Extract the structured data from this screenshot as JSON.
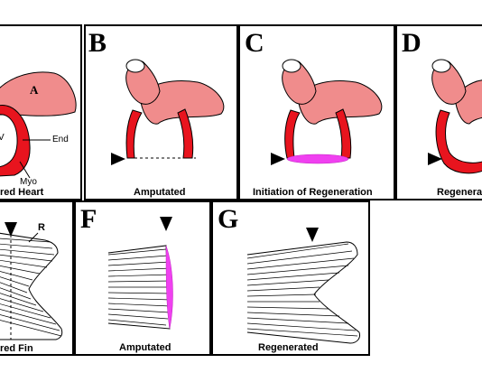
{
  "panels": {
    "a": {
      "caption": "red Heart",
      "label_atrium": "A",
      "label_v": "V",
      "label_end": "End",
      "label_myo": "Myo"
    },
    "b": {
      "letter": "B",
      "caption": "Amputated"
    },
    "c": {
      "letter": "C",
      "caption": "Initiation of Regeneration"
    },
    "d": {
      "letter": "D",
      "caption": "Regenera"
    },
    "e": {
      "caption": "red Fin",
      "label_r": "R"
    },
    "f": {
      "letter": "F",
      "caption": "Amputated"
    },
    "g": {
      "letter": "G",
      "caption": "Regenerated"
    }
  },
  "colors": {
    "myocardium_red": "#e8141e",
    "atrium_pink": "#f08c8c",
    "regeneration_magenta": "#f040f0",
    "outline_black": "#000000"
  }
}
